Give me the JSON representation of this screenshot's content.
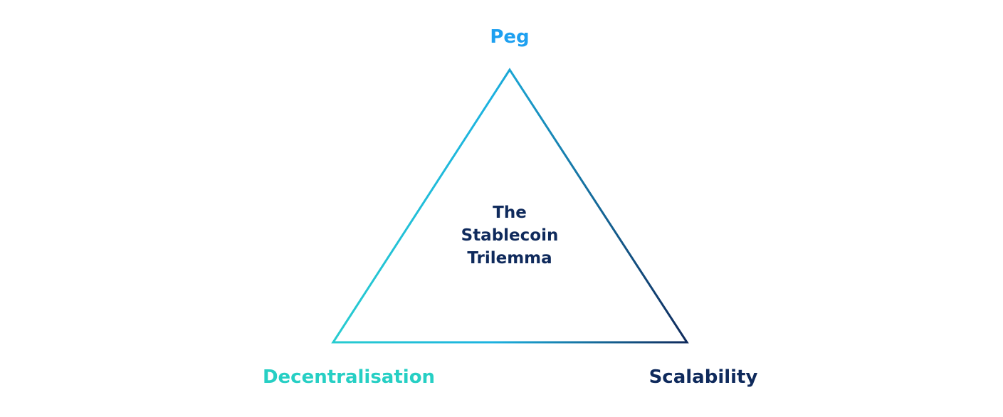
{
  "diagram": {
    "center_title_lines": [
      "The",
      "Stablecoin",
      "Trilemma"
    ],
    "vertices": {
      "top": "Peg",
      "bottom_left": "Decentralisation",
      "bottom_right": "Scalability"
    }
  },
  "colors": {
    "peg": "#1ea0f0",
    "decentralisation": "#26cfc4",
    "scalability": "#0f2a5c",
    "center_title": "#0f2a5c",
    "edge_top": "#1cb2e0",
    "edge_left": "#28ccd0",
    "edge_right": "#0f2a5c"
  }
}
